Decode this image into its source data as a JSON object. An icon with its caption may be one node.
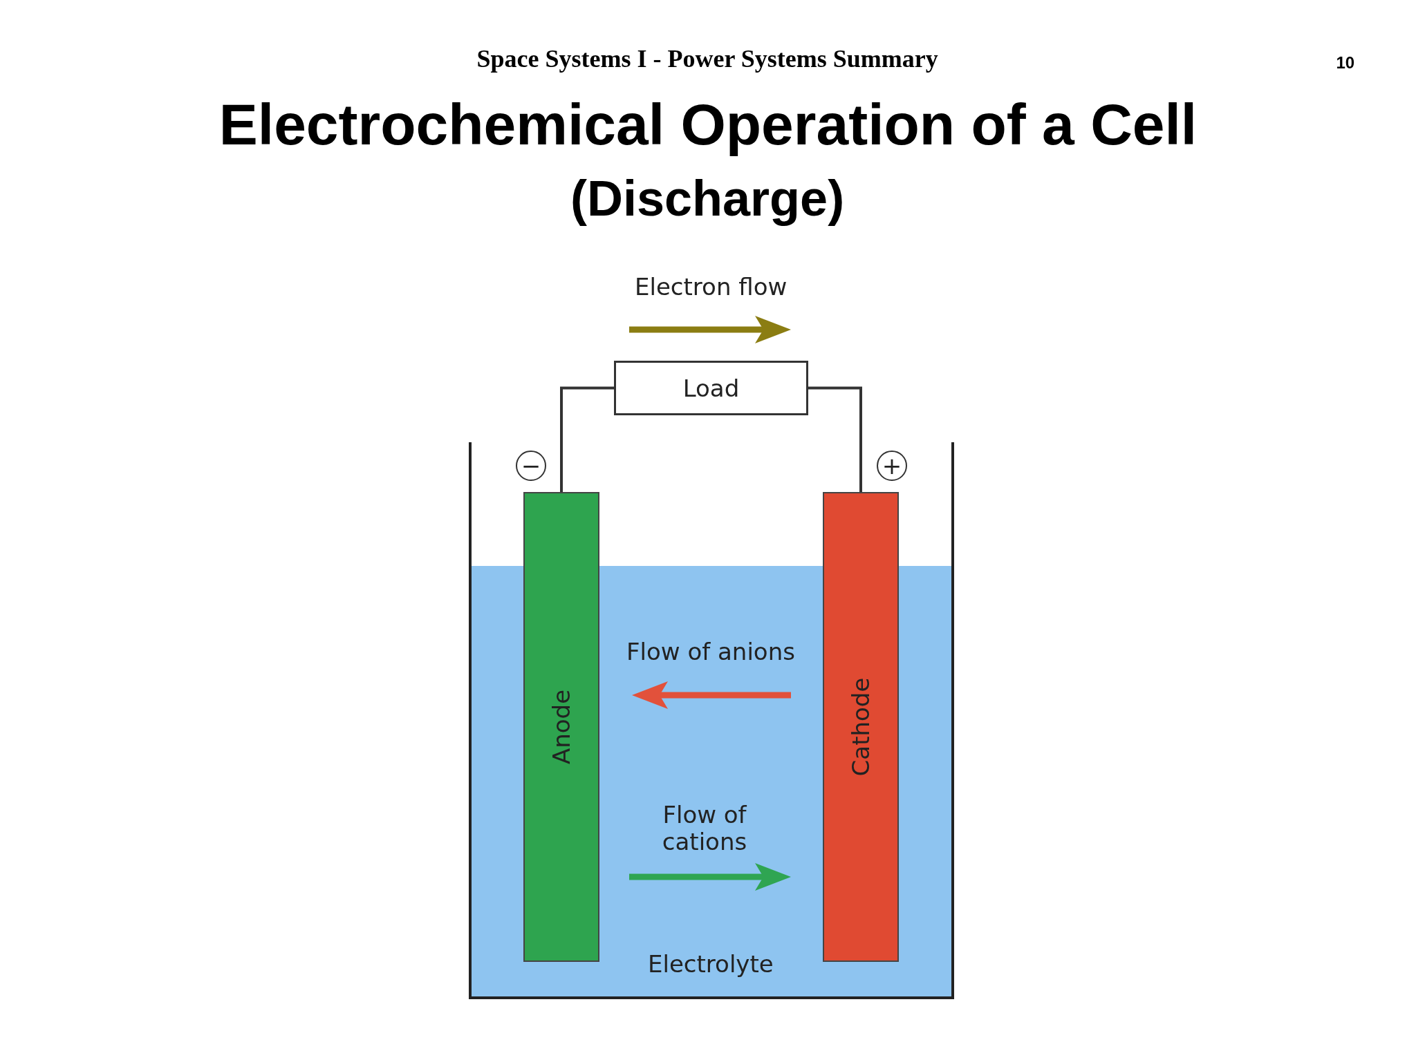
{
  "diagram": {
    "title": "Electrochemical Operation of a Cell",
    "nodes": [
      {
        "text": [
          "Load"
        ]
      },
      {
        "text": [
          "Anode"
        ]
      },
      {
        "text": [
          "Cathode"
        ]
      }
    ],
    "edges": [
      {
        "from": 0,
        "to": 1,
        "arrow": "none"
      },
      {
        "from": 0,
        "to": 2,
        "arrow": "none"
      }
    ],
    "labels": [
      "Space Systems I - Power Systems Summary",
      "10",
      "(Discharge)",
      "Electron flow",
      "−",
      "+",
      "Flow of anions",
      "Flow of cations",
      "Electrolyte"
    ]
  }
}
